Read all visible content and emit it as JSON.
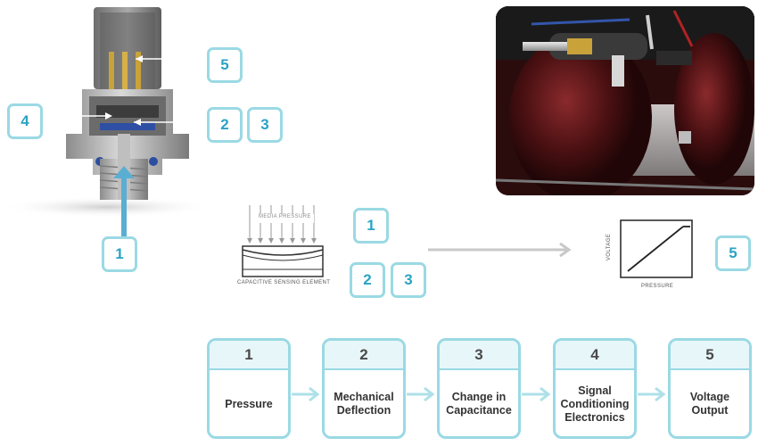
{
  "sensor_callouts": [
    "5",
    "4",
    "2",
    "3",
    "1"
  ],
  "element_callouts": [
    "1",
    "2",
    "3"
  ],
  "output_callout": "5",
  "labels": {
    "media_pressure": "MEDIA PRESSURE",
    "capacitive_element": "CAPACITIVE SENSING ELEMENT",
    "voltage_axis": "VOLTAGE",
    "pressure_axis": "PRESSURE"
  },
  "flow": [
    {
      "number": "1",
      "label": "Pressure"
    },
    {
      "number": "2",
      "label": "Mechanical Deflection"
    },
    {
      "number": "3",
      "label": "Change in Capacitance"
    },
    {
      "number": "4",
      "label": "Signal Conditioning Electronics"
    },
    {
      "number": "5",
      "label": "Voltage Output"
    }
  ],
  "colors": {
    "accent_border": "#9ad9e4",
    "accent_text": "#2aa3c4",
    "accent_fill": "#e7f6f8",
    "arrow": "#aee0e8",
    "gray_arrow": "#c8c8c8"
  }
}
